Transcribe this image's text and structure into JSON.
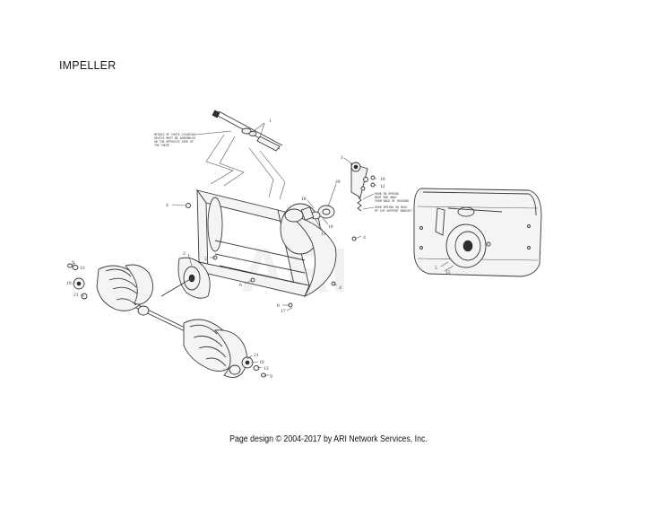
{
  "page": {
    "title": "IMPELLER",
    "footer": "Page design © 2004-2017 by ARI Network Services, Inc."
  },
  "watermark": "ARI",
  "notes": {
    "shaft_note": [
      "MIDDLE OF CHUTE CLEARING",
      "DEVICE MUST BE ASSEMBLED",
      "ON THE OPPOSITE SIDE OF",
      "THE CHUTE"
    ],
    "spring_note_top": [
      "HOOK ON SPRING",
      "BENT END AWAY",
      "FROM BACK OF HOUSING"
    ],
    "spring_note_bottom": [
      "HOOK SPRING ON HOLE",
      "OF CUP SUPPORT BRACKET"
    ]
  },
  "callouts": [
    "1",
    "3",
    "16",
    "12",
    "18",
    "20",
    "10",
    "11",
    "4",
    "4",
    "2",
    "5",
    "6",
    "4",
    "8",
    "17",
    "9",
    "13",
    "19",
    "21",
    "21",
    "19",
    "13",
    "9",
    "5",
    "15"
  ]
}
